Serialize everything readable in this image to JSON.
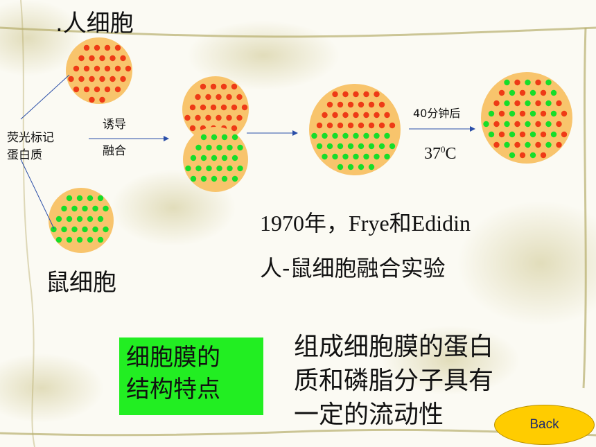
{
  "colors": {
    "cell_fill": "#f8c46c",
    "human_dot": "#ee3a16",
    "mouse_dot": "#16dd2a",
    "arrow": "#2a4ea8",
    "highlight_box": "#22ee22",
    "back_button": "#ffcc00"
  },
  "labels": {
    "human_cell": ".人细胞",
    "mouse_cell": "鼠细胞",
    "fluor_line1": "荧光标记",
    "fluor_line2": "蛋白质",
    "induce_line1": "诱导",
    "induce_line2": "融合",
    "time_after": "40分钟后",
    "temp_value": "37",
    "temp_sup": "0",
    "temp_unit": "C",
    "experiment_year": "1970年，Frye和Edidin",
    "experiment_name": "人-鼠细胞融合实验"
  },
  "feature_box": {
    "line1": "细胞膜的",
    "line2": "结构特点"
  },
  "conclusion": {
    "line1": "组成细胞膜的蛋白",
    "line2": "质和磷脂分子具有",
    "line3": "一定的流动性"
  },
  "back_button": {
    "label": "Back"
  }
}
